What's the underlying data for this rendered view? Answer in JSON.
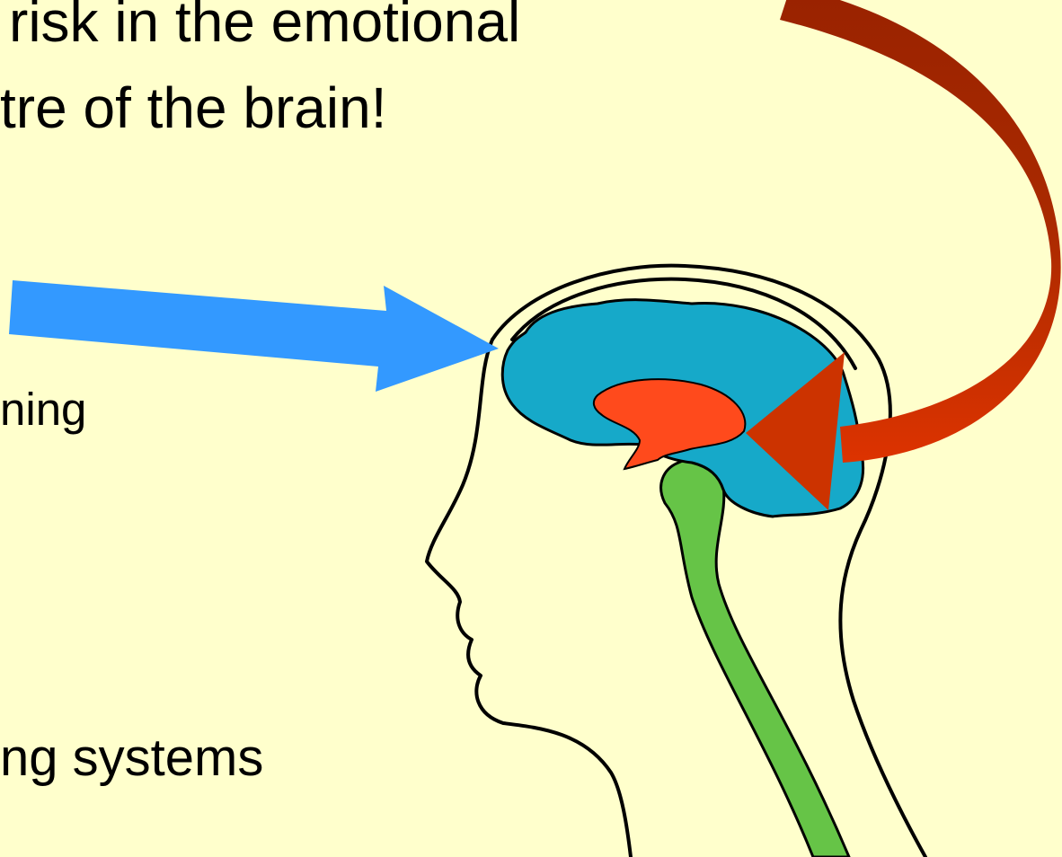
{
  "slide": {
    "text_lines": [
      "risk in the emotional",
      "tre of the brain!",
      "ning",
      "ng systems"
    ]
  },
  "colors": {
    "background": "#ffffcc",
    "cortex": "#16a9c9",
    "limbic": "#ff4a1c",
    "brainstem": "#66c447",
    "blue_arrow": "#3399ff",
    "red_arrow_dark": "#992200",
    "red_arrow_light": "#dd3300",
    "outline": "#000000"
  },
  "icons": {
    "head": "head-profile-icon",
    "arrow_left": "blue-arrow-icon",
    "arrow_right": "red-curved-arrow-icon"
  }
}
